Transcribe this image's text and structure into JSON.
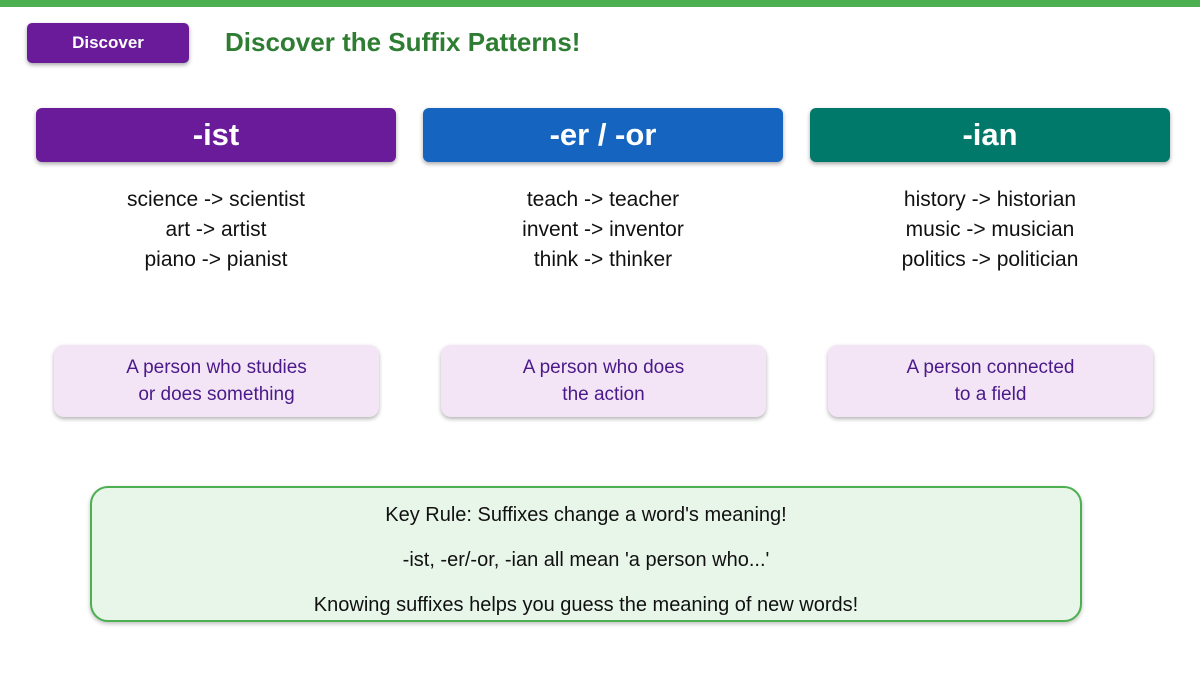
{
  "header": {
    "discover_button": "Discover",
    "title": "Discover the Suffix Patterns!"
  },
  "colors": {
    "top_bar": "#4caf50",
    "discover_button": "#6a1b9a",
    "title": "#2e7d32",
    "ist": "#6a1b9a",
    "er_or": "#1565c0",
    "ian": "#00796b",
    "meaning_bg": "#f3e5f5",
    "meaning_text": "#4a1a8a",
    "rule_bg": "#e8f5e9",
    "rule_border": "#4caf50"
  },
  "columns": [
    {
      "suffix": "-ist",
      "examples": [
        "science -> scientist",
        "art -> artist",
        "piano -> pianist"
      ],
      "meaning": [
        "A person who studies",
        "or does something"
      ]
    },
    {
      "suffix": "-er / -or",
      "examples": [
        "teach -> teacher",
        "invent -> inventor",
        "think -> thinker"
      ],
      "meaning": [
        "A person who does",
        "the action"
      ]
    },
    {
      "suffix": "-ian",
      "examples": [
        "history -> historian",
        "music -> musician",
        "politics -> politician"
      ],
      "meaning": [
        "A person connected",
        "to a field"
      ]
    }
  ],
  "key_rule": {
    "lines": [
      "Key Rule: Suffixes change a word's meaning!",
      "-ist, -er/-or, -ian all mean 'a person who...'",
      "Knowing suffixes helps you guess the meaning of new words!"
    ]
  }
}
